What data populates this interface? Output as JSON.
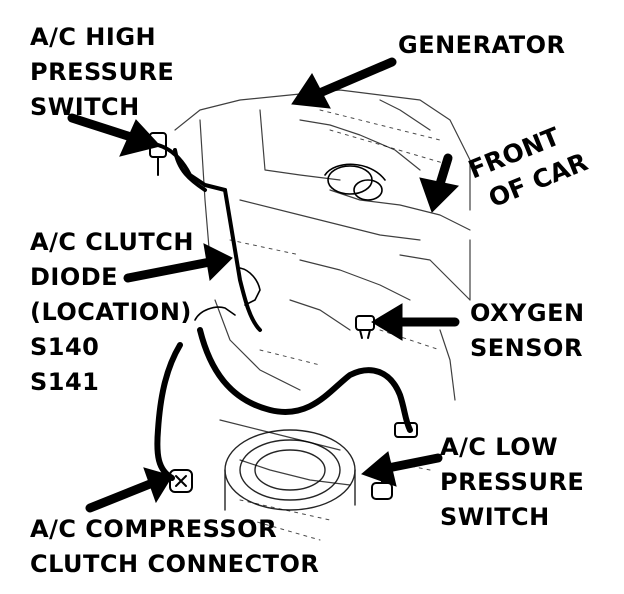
{
  "labels": {
    "ac_high_pressure_switch": [
      "A/C HIGH",
      "PRESSURE",
      "SWITCH"
    ],
    "generator": [
      "GENERATOR"
    ],
    "front_of_car": [
      "FRONT",
      "OF CAR"
    ],
    "ac_clutch_diode": [
      "A/C CLUTCH",
      "DIODE",
      "(LOCATION)",
      "S140",
      "S141"
    ],
    "oxygen_sensor": [
      "OXYGEN",
      "SENSOR"
    ],
    "ac_low_pressure_switch": [
      "A/C LOW",
      "PRESSURE",
      "SWITCH"
    ],
    "ac_compressor_clutch_connector": [
      "A/C COMPRESSOR",
      "CLUTCH CONNECTOR"
    ]
  },
  "colors": {
    "ink": "#000000",
    "paper": "#ffffff"
  }
}
